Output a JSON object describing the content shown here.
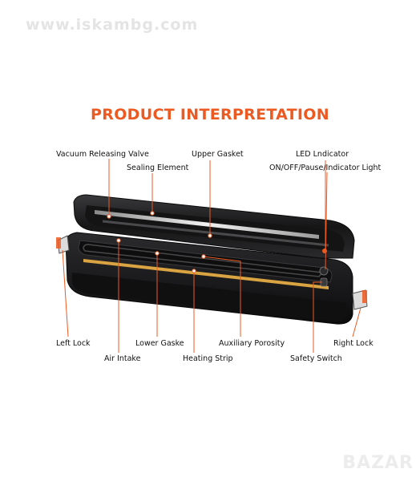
{
  "watermark": "www.iskambg.com",
  "title": "PRODUCT INTERPRETATION",
  "labels": {
    "vacuum_releasing_valve": "Vacuum Releasing Valve",
    "sealing_element": "Sealing Element",
    "upper_gasket": "Upper Gasket",
    "led_indicator": "LED Lndicator",
    "on_off_pause": "ON/OFF/Pause/Indicator Light",
    "left_lock": "Left Lock",
    "air_intake": "Air Intake",
    "lower_gasket": "Lower Gaske",
    "heating_strip": "Heating Strip",
    "auxiliary_porosity": "Auxiliary Porosity",
    "safety_switch": "Safety Switch",
    "right_lock": "Right Lock"
  },
  "corner_logo": "BAZAR",
  "colors": {
    "accent": "#ec5a22",
    "leader_line": "#ec5a22",
    "device_body": "#1c1c1e",
    "heating_strip": "#d9a441"
  }
}
